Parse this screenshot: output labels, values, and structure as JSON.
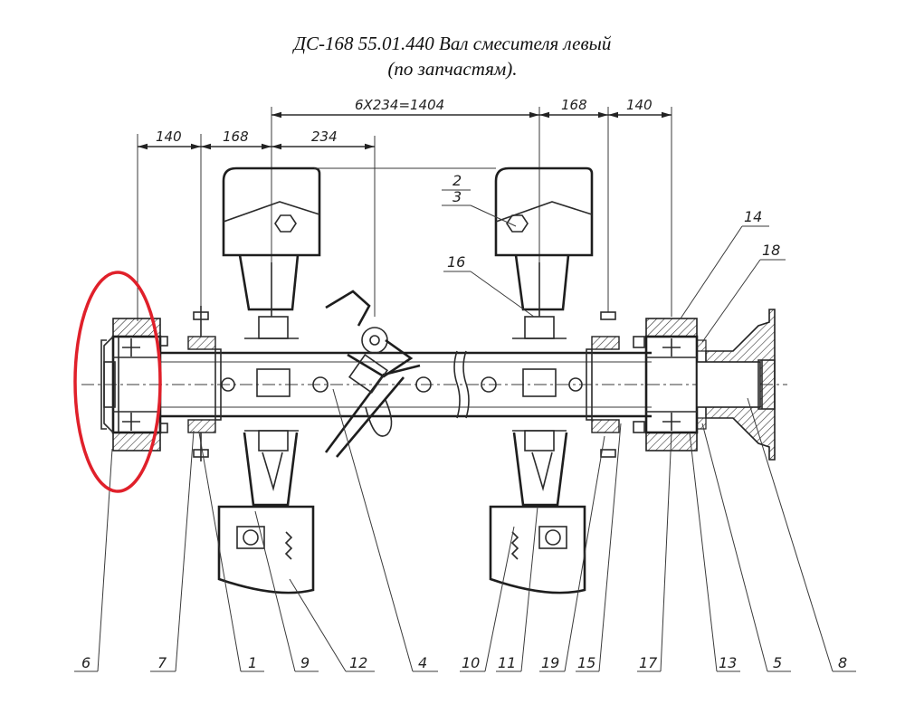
{
  "title": {
    "line1": "ДС-168 55.01.440 Вал смесителя левый",
    "line2": "(по запчастям)."
  },
  "dimensions": {
    "d140_left": "140",
    "d168_left": "168",
    "d234": "234",
    "d6x234": "6X234=1404",
    "d168_right": "168",
    "d140_right": "140"
  },
  "labels_top": {
    "l2": "2",
    "l3": "3",
    "l16": "16",
    "l14": "14",
    "l18": "18"
  },
  "labels_bottom": [
    "6",
    "7",
    "1",
    "9",
    "12",
    "4",
    "10",
    "11",
    "19",
    "15",
    "17",
    "13",
    "5",
    "8"
  ],
  "highlight": {
    "color": "#e0202a",
    "target": "6"
  }
}
